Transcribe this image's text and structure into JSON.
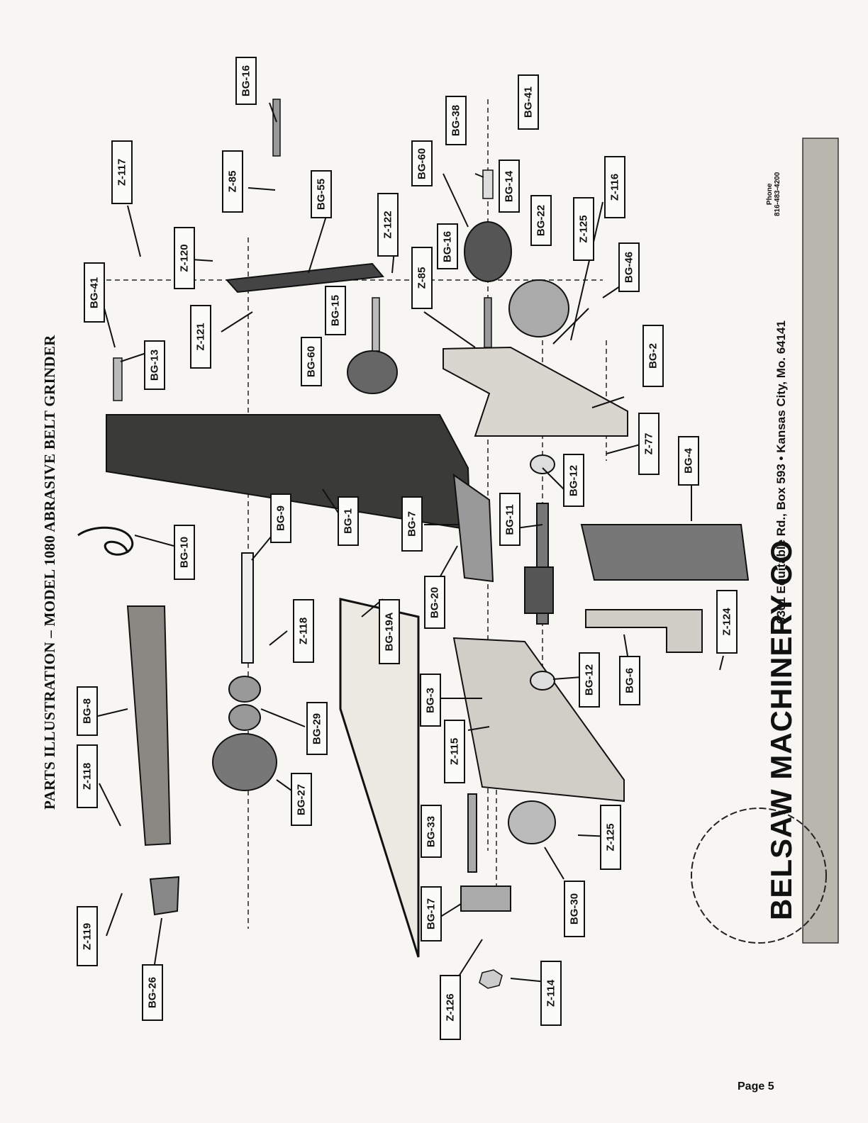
{
  "header": {
    "title": "PARTS ILLUSTRATION – MODEL 1080 ABRASIVE BELT GRINDER"
  },
  "company": {
    "name": "BELSAW MACHINERY CO",
    "address": "6301 Equitable Rd., Box 593 • Kansas City, Mo. 64141",
    "phone_label": "Phone",
    "phone_number": "816-483-4200"
  },
  "footer": {
    "page": "Page 5"
  },
  "callouts": [
    "BG-16",
    "Z-117",
    "Z-85",
    "BG-41",
    "Z-120",
    "BG-38",
    "BG-60",
    "BG-55",
    "Z-122",
    "BG-14",
    "BG-22",
    "BG-41",
    "BG-16",
    "Z-125",
    "Z-116",
    "Z-121",
    "BG-13",
    "BG-15",
    "Z-85",
    "BG-46",
    "BG-60",
    "BG-2",
    "BG-10",
    "BG-9",
    "BG-1",
    "BG-7",
    "BG-11",
    "BG-12",
    "Z-77",
    "BG-4",
    "BG-8",
    "BG-20",
    "Z-118",
    "BG-19A",
    "Z-124",
    "BG-6",
    "BG-12",
    "BG-3",
    "BG-29",
    "Z-115",
    "Z-118",
    "BG-27",
    "BG-33",
    "Z-125",
    "Z-119",
    "BG-26",
    "BG-17",
    "BG-30",
    "Z-126",
    "Z-114"
  ]
}
